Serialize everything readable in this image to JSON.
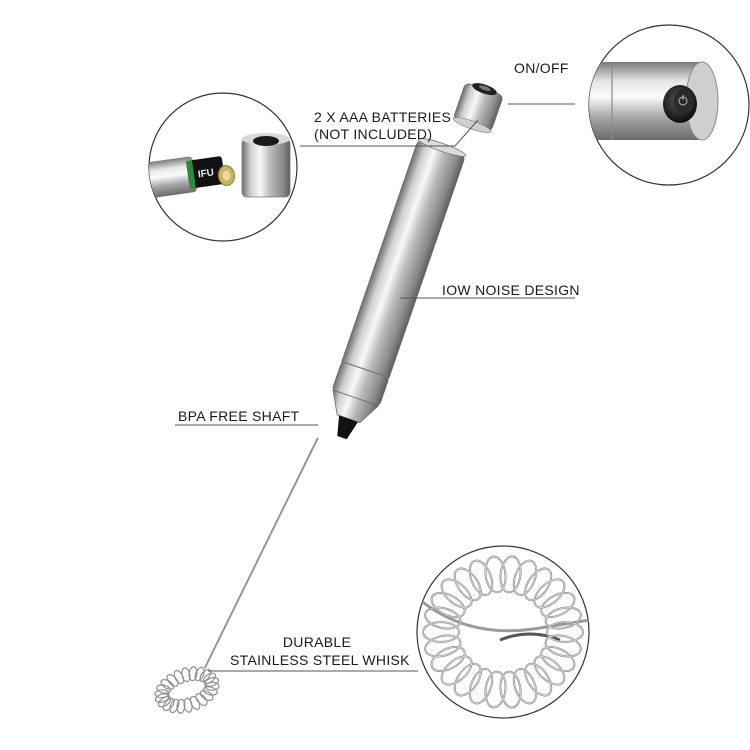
{
  "callouts": {
    "on_off": "ON/OFF",
    "batteries_line1": "2 X AAA BATTERIES",
    "batteries_line2": "(NOT INCLUDED)",
    "low_noise": "IOW NOISE DESIGN",
    "bpa_free": "BPA FREE SHAFT",
    "whisk_line1": "DURABLE",
    "whisk_line2": "STAINLESS STEEL WHISK"
  },
  "battery_text": "IFU",
  "colors": {
    "steel_light": "#f4f4f4",
    "steel_mid": "#bdbdbd",
    "steel_dark": "#7a7a7a",
    "button_black": "#1b1b1b",
    "battery_green": "#2e8b3e",
    "leader_line": "#555555",
    "circle_border": "#333333"
  }
}
